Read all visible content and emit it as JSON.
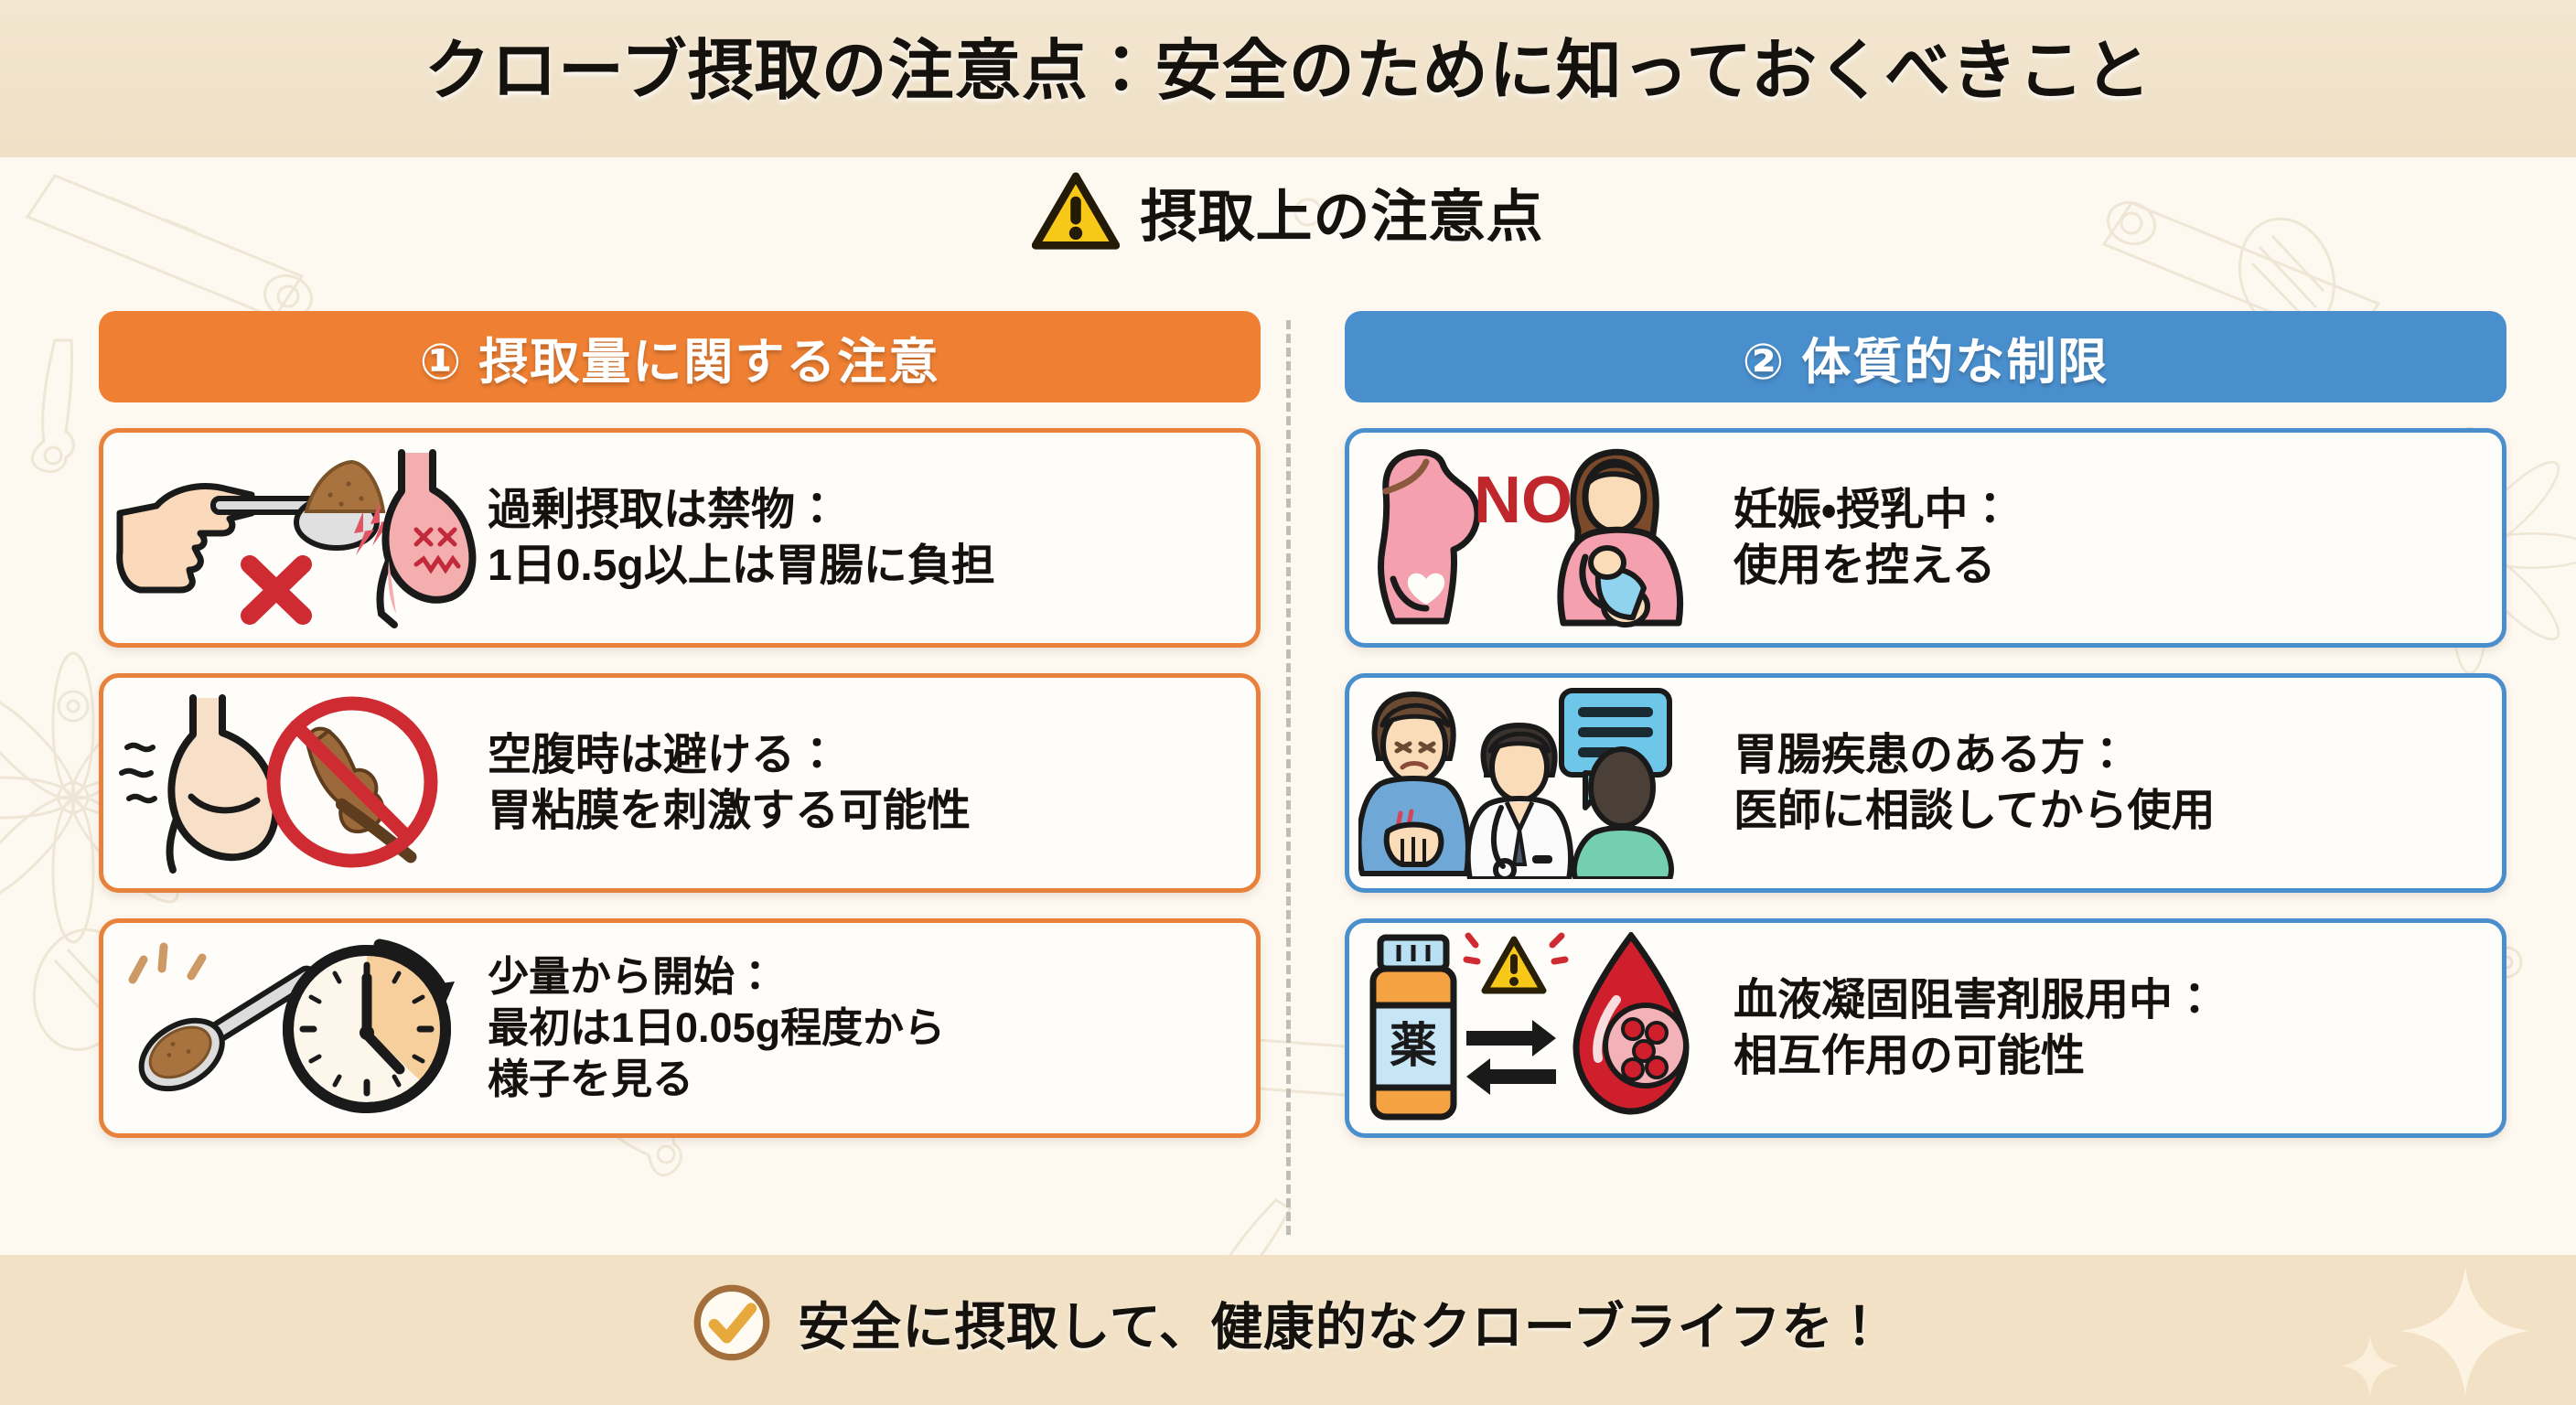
{
  "page": {
    "title": "クローブ摂取の注意点：安全のために知っておくべきこと",
    "subtitle": "摂取上の注意点",
    "subtitle_icon": "warning-triangle-icon"
  },
  "theme": {
    "band_top_color": "#efe0c6",
    "band_mid_color": "#fdf8f0",
    "band_bottom_color": "#f2e1c4",
    "orange": "#ef8033",
    "orange_border": "#e8813b",
    "blue": "#4a8fcd",
    "card_bg": "#fffdfa",
    "text_color": "#15120e",
    "divider_color": "#bfbdba"
  },
  "columns": [
    {
      "id": "intake-amount",
      "header": "① 摂取量に関する注意",
      "accent": "orange",
      "cards": [
        {
          "icon": "hand-spoon-stomach-pain-icon",
          "lines": [
            "過剰摂取は禁物：",
            "1日0.5g以上は胃腸に負担"
          ]
        },
        {
          "icon": "empty-stomach-no-clove-icon",
          "lines": [
            "空腹時は避ける：",
            "胃粘膜を刺激する可能性"
          ]
        },
        {
          "icon": "small-spoon-clock-icon",
          "lines": [
            "少量から開始：",
            "最初は1日0.05g程度から",
            "様子を見る"
          ]
        }
      ]
    },
    {
      "id": "constitutional-limits",
      "header": "② 体質的な制限",
      "accent": "blue",
      "cards": [
        {
          "icon": "pregnant-nursing-no-icon",
          "icon_label": "NO",
          "lines": [
            "妊娠・授乳中：",
            "使用を控える"
          ]
        },
        {
          "icon": "patient-doctor-consult-icon",
          "lines": [
            "胃腸疾患のある方：",
            "医師に相談してから使用"
          ]
        },
        {
          "icon": "medicine-bottle-blood-interaction-icon",
          "icon_label": "薬",
          "lines": [
            "血液凝固阻害剤服用中：",
            "相互作用の可能性"
          ]
        }
      ]
    }
  ],
  "footer": {
    "icon": "check-circle-icon",
    "text": "安全に摂取して、健康的なクローブライフを！"
  }
}
